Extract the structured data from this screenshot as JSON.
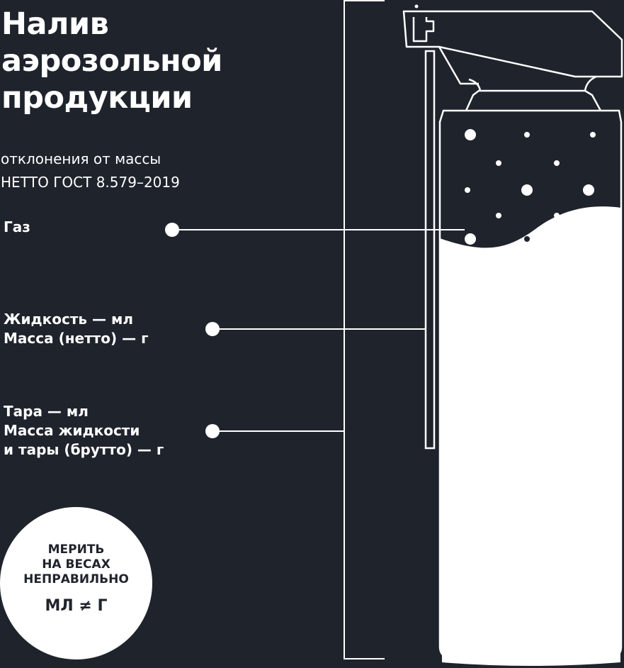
{
  "title": {
    "line1": "Налив",
    "line2": "аэрозольной",
    "line3": "продукции"
  },
  "subtitle": {
    "line1": "отклонения от массы",
    "line2": "НЕТТО ГОСТ 8.579–2019"
  },
  "labels": {
    "gas": "Газ",
    "liquid": {
      "line1": "Жидкость — мл",
      "line2": "Масса (нетто) — г"
    },
    "tara": {
      "line1": "Тара — мл",
      "line2": "Масса жидкости",
      "line3": "и тары (брутто) — г"
    }
  },
  "stamp": {
    "line1": "МЕРИТЬ",
    "line2": "НА ВЕСАХ",
    "line3": "НЕПРАВИЛЬНО",
    "formula": "МЛ ≠ Г"
  },
  "colors": {
    "background": "#1f232c",
    "foreground": "#ffffff"
  },
  "icons": [
    "spray-trigger-icon",
    "aerosol-can-icon",
    "gas-bubbles-icon"
  ]
}
